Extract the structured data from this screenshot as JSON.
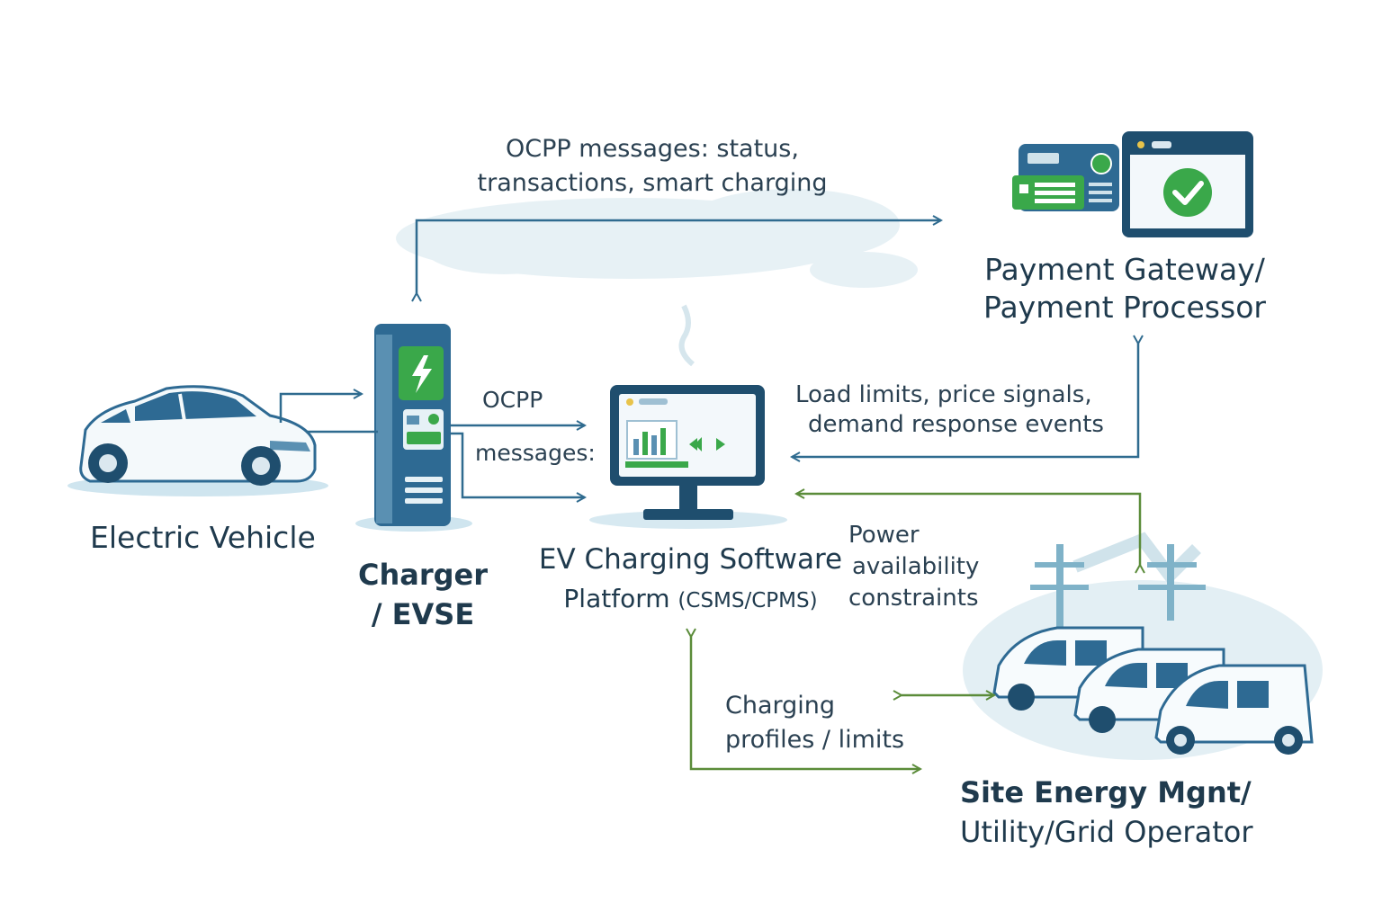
{
  "nodes": {
    "ev": {
      "label": "Electric Vehicle"
    },
    "charger": {
      "line1": "Charger",
      "line2": "/ EVSE"
    },
    "platform": {
      "line1": "EV Charging Software",
      "line2": "Platform",
      "line2_suffix": "(CSMS/CPMS)"
    },
    "payment": {
      "line1": "Payment Gateway/",
      "line2": "Payment Processor"
    },
    "site": {
      "line1": "Site Energy Mgnt/",
      "line2": "Utility/Grid Operator"
    }
  },
  "edges": {
    "top": {
      "line1": "OCPP messages: status,",
      "line2": "transactions, smart charging"
    },
    "ocpp_a": "OCPP",
    "ocpp_b": "messages:",
    "load": {
      "line1": "Load limits, price signals,",
      "line2": "demand response events"
    },
    "power": {
      "line1": "Power",
      "line2": "availability",
      "line3": "constraints"
    },
    "profiles": {
      "line1": "Charging",
      "line2": "profiles / limits"
    }
  },
  "colors": {
    "text_dark": "#1f3a4d",
    "arrow_blue": "#2f6b8f",
    "arrow_green": "#5b8c3a",
    "accent_green": "#3aa84a",
    "device_blue": "#2e6a93",
    "soft_blue": "#d7e9f1"
  },
  "icons": [
    "car-icon",
    "charger-icon",
    "monitor-icon",
    "payment-card-icon",
    "laptop-check-icon",
    "grid-tower-icon",
    "van-fleet-icon",
    "cloud-decoration"
  ]
}
